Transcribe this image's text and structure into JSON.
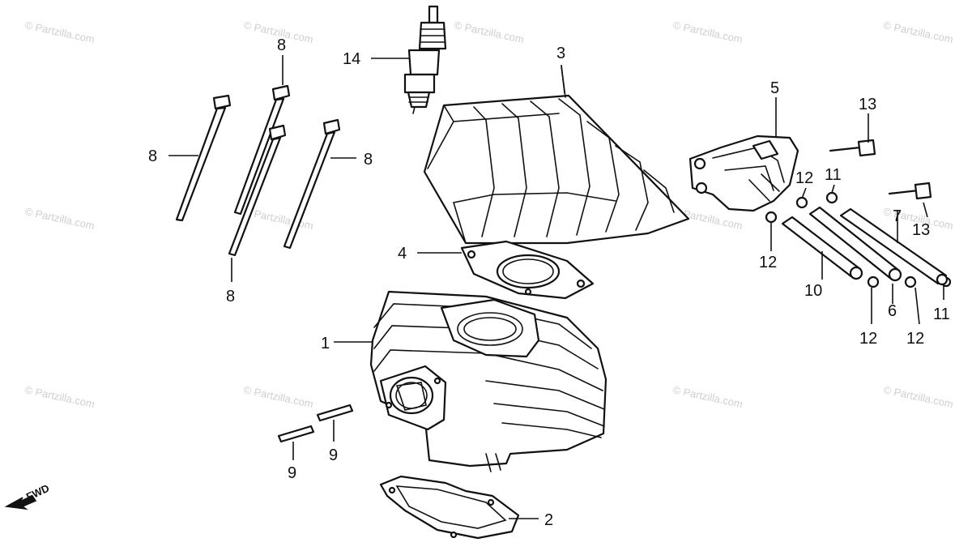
{
  "watermark": "© Partzilla.com",
  "fwd_label": "FWD",
  "callouts": {
    "c1": "1",
    "c2": "2",
    "c3": "3",
    "c4": "4",
    "c5": "5",
    "c6": "6",
    "c7": "7",
    "c8a": "8",
    "c8b": "8",
    "c8c": "8",
    "c8d": "8",
    "c9a": "9",
    "c9b": "9",
    "c10": "10",
    "c11a": "11",
    "c11b": "11",
    "c12a": "12",
    "c12b": "12",
    "c12c": "12",
    "c12d": "12",
    "c13a": "13",
    "c13b": "13",
    "c14": "14"
  }
}
